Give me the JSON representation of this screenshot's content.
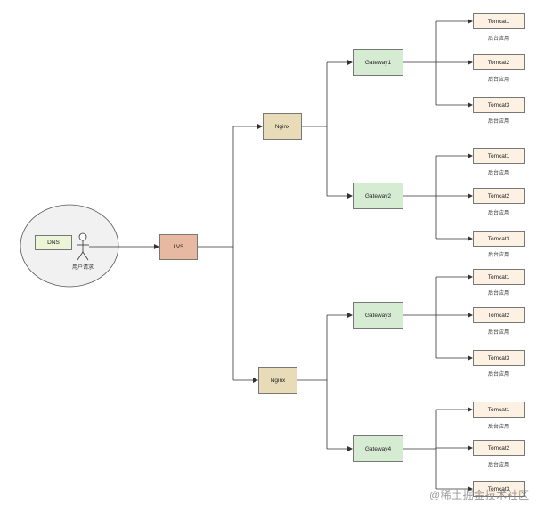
{
  "colors": {
    "dns": "#eef5d6",
    "lvs": "#e8b9a2",
    "nginx": "#e8dcb8",
    "gateway": "#d6ecd2",
    "tomcat": "#fdf1e3",
    "ellipse": "#f1f1f1",
    "line": "#333333"
  },
  "client": {
    "dns_label": "DNS",
    "user_label": "用户请求"
  },
  "lvs": {
    "label": "LVS"
  },
  "nginx": [
    {
      "label": "Nginx"
    },
    {
      "label": "Nginx"
    }
  ],
  "gateways": [
    {
      "label": "Gateway1",
      "tomcats": [
        {
          "label": "Tomcat1",
          "sub": "后台应用"
        },
        {
          "label": "Tomcat2",
          "sub": "后台应用"
        },
        {
          "label": "Tomcat3",
          "sub": "后台应用"
        }
      ]
    },
    {
      "label": "Gateway2",
      "tomcats": [
        {
          "label": "Tomcat1",
          "sub": "后台应用"
        },
        {
          "label": "Tomcat2",
          "sub": "后台应用"
        },
        {
          "label": "Tomcat3",
          "sub": "后台应用"
        }
      ]
    },
    {
      "label": "Gateway3",
      "tomcats": [
        {
          "label": "Tomcat1",
          "sub": "后台应用"
        },
        {
          "label": "Tomcat2",
          "sub": "后台应用"
        },
        {
          "label": "Tomcat3",
          "sub": "后台应用"
        }
      ]
    },
    {
      "label": "Gateway4",
      "tomcats": [
        {
          "label": "Tomcat1",
          "sub": "后台应用"
        },
        {
          "label": "Tomcat2",
          "sub": "后台应用"
        },
        {
          "label": "Tomcat3",
          "sub": ""
        }
      ]
    }
  ],
  "watermark": "@稀土掘金技术社区"
}
